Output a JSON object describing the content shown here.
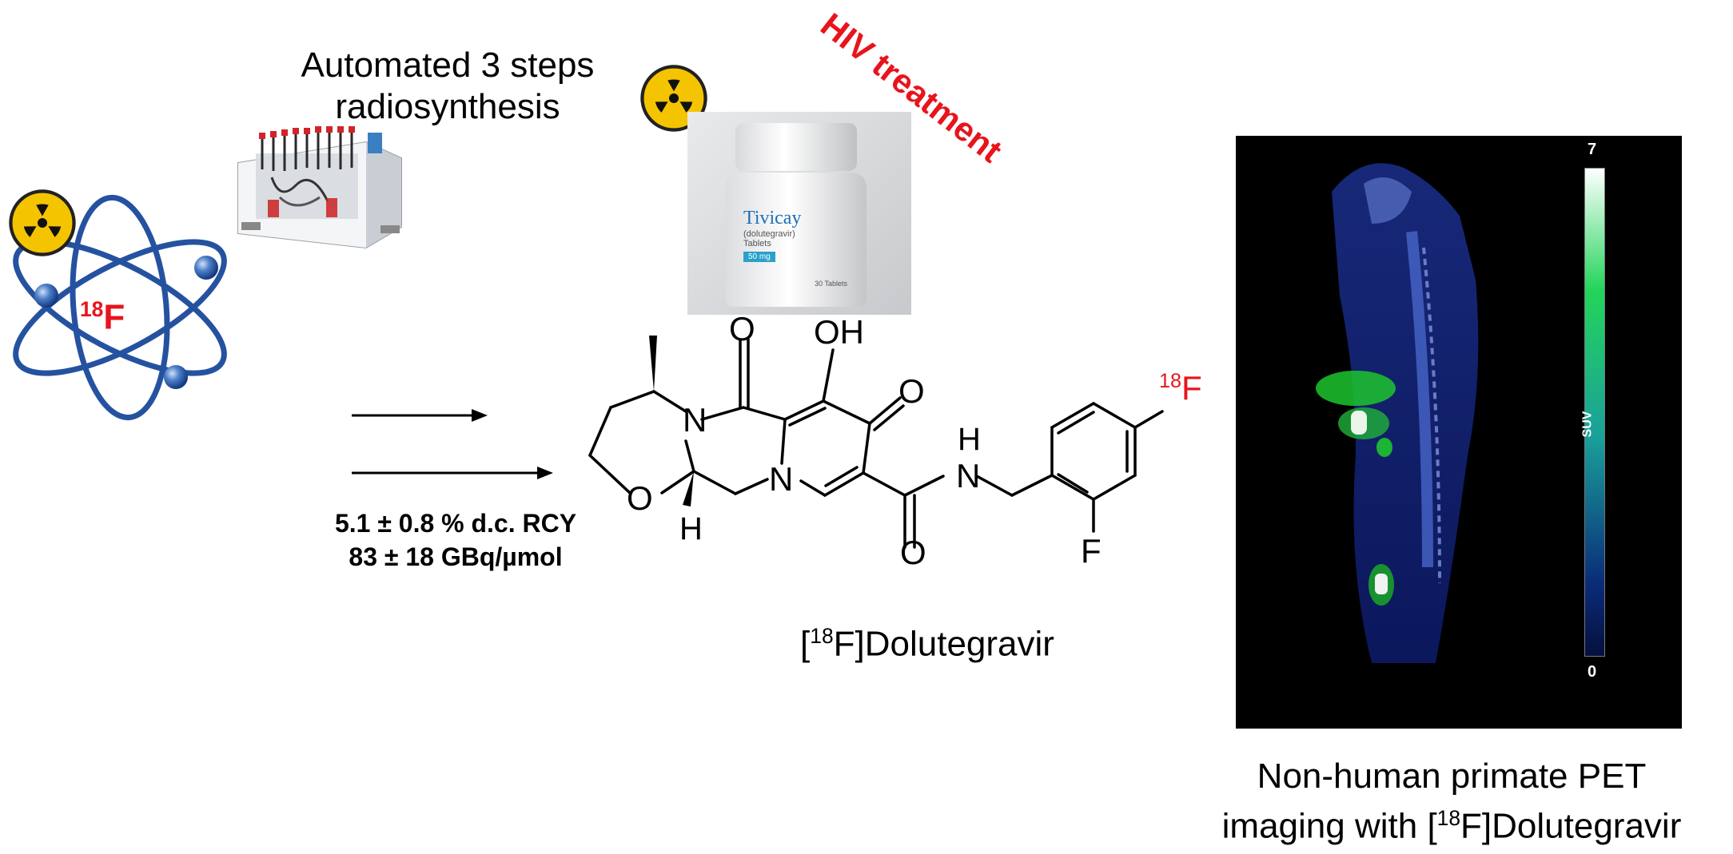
{
  "title": {
    "line1": "Automated 3 steps",
    "line2": "radiosynthesis"
  },
  "reaction": {
    "rcy": "5.1 ± 0.8 % d.c. RCY",
    "molar_activity": "83 ± 18 GBq/µmol"
  },
  "atom": {
    "isotope_mass": "18",
    "element": "F",
    "radiation_icon": "radiation-trefoil"
  },
  "product": {
    "bracket_open": "[",
    "isotope_mass": "18",
    "name": "F]Dolutegravir"
  },
  "structure_labels": {
    "o_carbonyl": "O",
    "oh": "OH",
    "o_ketone": "O",
    "n_left": "N",
    "n_ring": "N",
    "o_ring": "O",
    "h_stereo": "H",
    "nh_h": "H",
    "nh_n": "N",
    "o_amide": "O",
    "f_ortho": "F",
    "f18_mass": "18",
    "f18_el": "F"
  },
  "drug_bottle": {
    "brand": "Tivicay",
    "generic": "(dolutegravir)",
    "form": "Tablets",
    "dose": "50 mg",
    "count": "30 Tablets"
  },
  "banner": "HIV treatment",
  "pet": {
    "scale_max": "7",
    "scale_min": "0",
    "scale_unit": "SUV"
  },
  "pet_caption": {
    "line1": "Non-human primate PET",
    "line2_prefix": "imaging with [",
    "line2_mass": "18",
    "line2_suffix": "F]Dolutegravir"
  },
  "colors": {
    "isotope_red": "#e8141c",
    "orbit_blue": "#2552a0",
    "radiation_yellow": "#f5c400",
    "pet_background": "#000000"
  }
}
